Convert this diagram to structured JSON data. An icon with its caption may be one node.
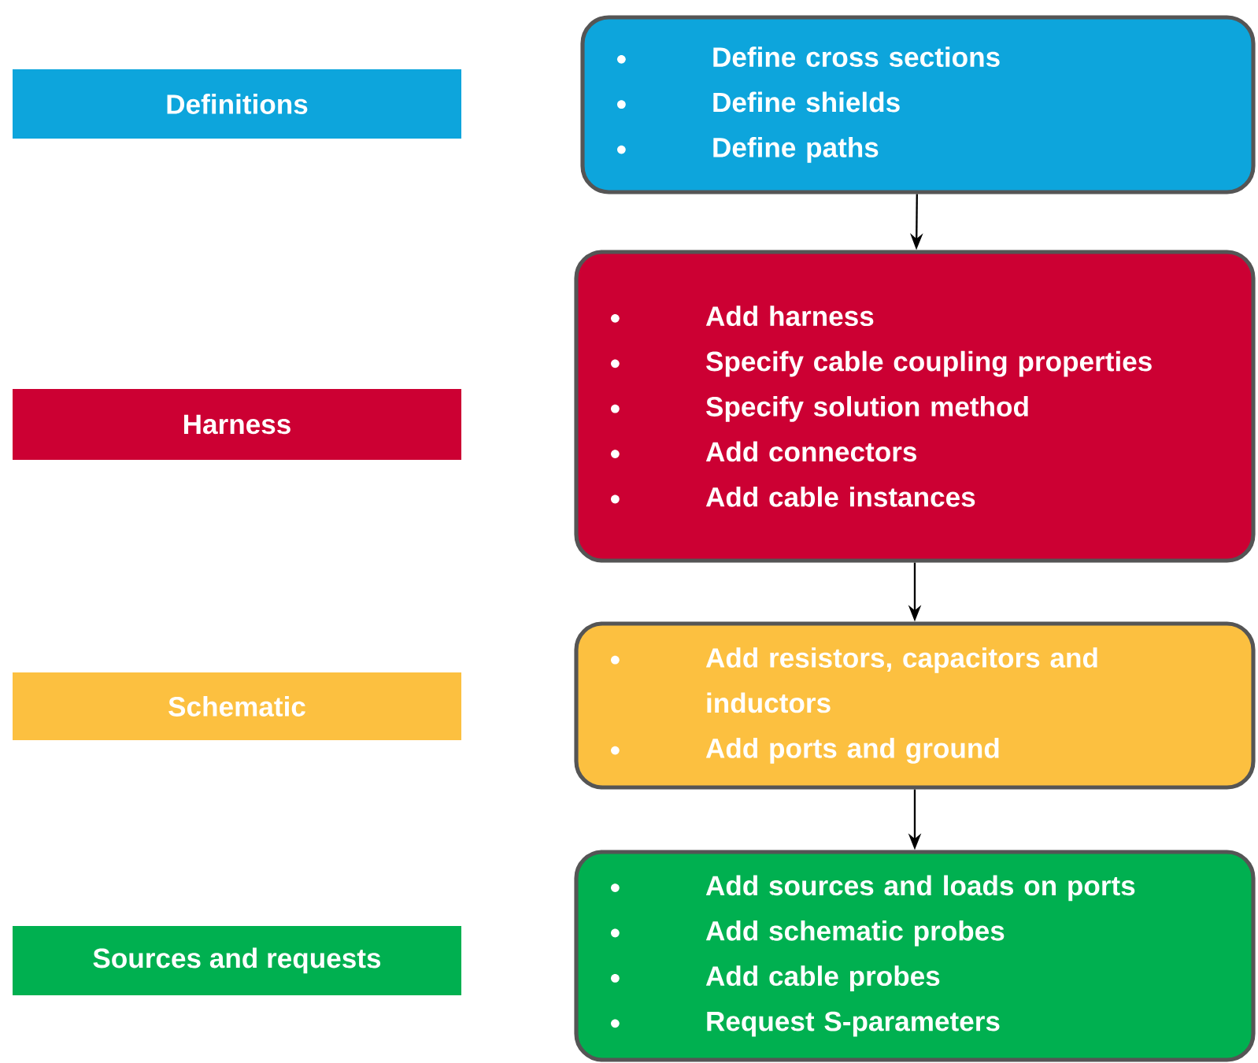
{
  "diagram": {
    "nodes": [
      {
        "text": [
          "Definitions"
        ]
      },
      {
        "text": [
          "Define cross sections",
          "Define shields",
          "Define paths"
        ]
      },
      {
        "text": [
          "Harness"
        ]
      },
      {
        "text": [
          "Add harness",
          "Specify cable coupling properties",
          "Specify solution method",
          "Add connectors",
          "Add cable instances"
        ]
      },
      {
        "text": [
          "Schematic"
        ]
      },
      {
        "text": [
          "Add resistors, capacitors and inductors",
          "Add ports and ground"
        ]
      },
      {
        "text": [
          "Sources and requests"
        ]
      },
      {
        "text": [
          "Add sources and loads on ports",
          "Add schematic probes",
          "Add cable probes",
          "Request S-parameters"
        ]
      }
    ],
    "edges": [
      {
        "from": 1,
        "to": 3,
        "arrow": "to"
      },
      {
        "from": 3,
        "to": 5,
        "arrow": "to"
      },
      {
        "from": 5,
        "to": 7,
        "arrow": "to"
      }
    ]
  }
}
